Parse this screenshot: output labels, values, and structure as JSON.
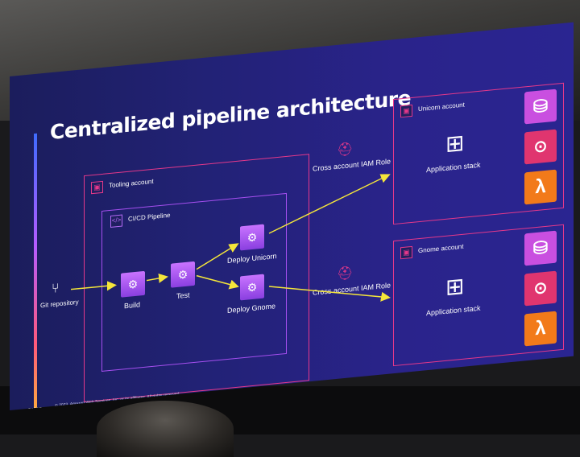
{
  "slide": {
    "title": "Centralized pipeline architecture",
    "footer_logo": "aws",
    "footer": "© 2023, Amazon Web Services, Inc. or its affiliates. All rights reserved."
  },
  "source": {
    "label": "Git repository",
    "icon": "git-repository-icon"
  },
  "tooling_account": {
    "label": "Tooling account",
    "pipeline": {
      "label": "CI/CD Pipeline",
      "stages": [
        {
          "label": "Build"
        },
        {
          "label": "Test"
        },
        {
          "label": "Deploy Unicorn"
        },
        {
          "label": "Deploy Gnome"
        }
      ]
    }
  },
  "cross_account_roles": [
    {
      "label": "Cross account IAM Role",
      "icon": "helmet-icon"
    },
    {
      "label": "Cross account IAM Role",
      "icon": "helmet-icon"
    }
  ],
  "target_accounts": [
    {
      "label": "Unicorn account",
      "stack_label": "Application stack",
      "services": [
        "dynamodb-icon",
        "sqs-icon",
        "lambda-icon"
      ]
    },
    {
      "label": "Gnome account",
      "stack_label": "Application stack",
      "services": [
        "dynamodb-icon",
        "sqs-icon",
        "lambda-icon"
      ]
    }
  ],
  "colors": {
    "account_border": "#e5388a",
    "pipeline_border": "#a64ff0",
    "arrow": "#f5e63a",
    "lambda": "#f27a1a",
    "sqs": "#e0356f",
    "dynamodb": "#c94fe0"
  }
}
